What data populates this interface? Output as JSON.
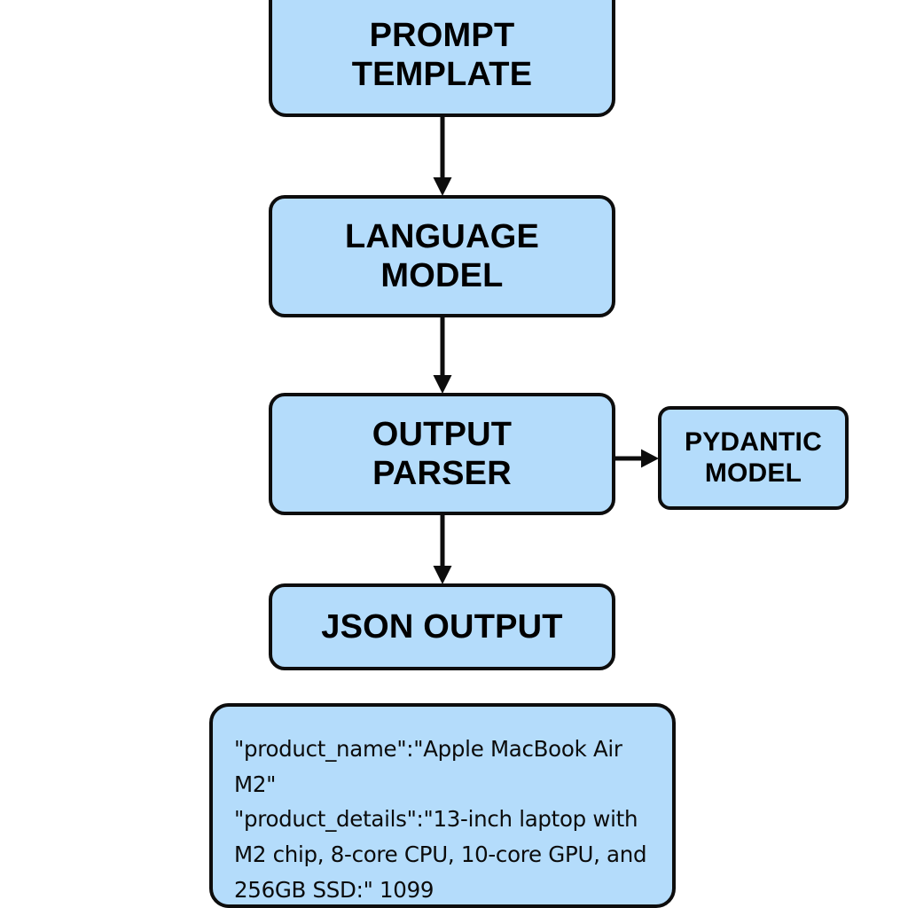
{
  "diagram": {
    "title": "LangChain structured output flow",
    "type": "flowchart",
    "orientation": "top-to-bottom",
    "colors": {
      "node_fill": "#b4dcfb",
      "node_stroke": "#0d0d0d",
      "text": "#000000",
      "background": "#ffffff",
      "connector": "#0d0d0d"
    },
    "nodes": [
      {
        "id": "prompt-template",
        "label": "PROMPT\nTEMPLATE",
        "shape": "rounded-rectangle"
      },
      {
        "id": "language-model",
        "label": "LANGUAGE\nMODEL",
        "shape": "rounded-rectangle"
      },
      {
        "id": "output-parser",
        "label": "OUTPUT\nPARSER",
        "shape": "rounded-rectangle"
      },
      {
        "id": "pydantic-model",
        "label": "PYDANTIC\nMODEL",
        "shape": "rounded-rectangle"
      },
      {
        "id": "json-output",
        "label": "JSON OUTPUT",
        "shape": "rounded-rectangle"
      },
      {
        "id": "json-payload",
        "label": "\"product_name\":\"Apple MacBook Air M2\"\n\"product_details\":\"13-inch laptop with\nM2 chip, 8-core CPU, 10-core GPU, and\n256GB SSD:\" 1099",
        "shape": "rounded-rectangle"
      }
    ],
    "edges": [
      {
        "id": "prompt-to-model",
        "from": "prompt-template",
        "to": "language-model",
        "direction": "down",
        "arrowhead": "filled-triangle"
      },
      {
        "id": "model-to-parser",
        "from": "language-model",
        "to": "output-parser",
        "direction": "down",
        "arrowhead": "filled-triangle"
      },
      {
        "id": "parser-to-pydantic",
        "from": "output-parser",
        "to": "pydantic-model",
        "direction": "right",
        "arrowhead": "filled-triangle"
      },
      {
        "id": "parser-to-json",
        "from": "output-parser",
        "to": "json-output",
        "direction": "down",
        "arrowhead": "filled-triangle"
      }
    ],
    "payload_lines": [
      "\"product_name\":\"Apple MacBook Air M2\"",
      "\"product_details\":\"13-inch laptop with",
      "M2 chip, 8-core CPU, 10-core GPU, and",
      "256GB SSD:\" 1099"
    ]
  }
}
